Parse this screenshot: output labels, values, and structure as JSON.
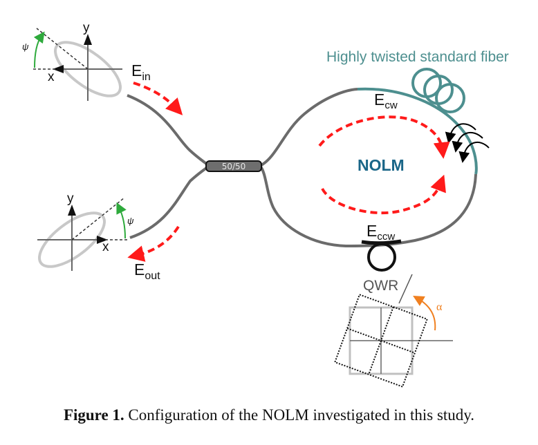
{
  "figure": {
    "coupler_label": "50/50",
    "loop_label": "NOLM",
    "fiber_label": "Highly twisted standard fiber",
    "qwr_label": "QWR",
    "alpha_symbol": "α",
    "psi_symbol": "ψ",
    "fields": {
      "input": {
        "main": "E",
        "sub": "in"
      },
      "output": {
        "main": "E",
        "sub": "out"
      },
      "clockwise": {
        "main": "E",
        "sub": "cw"
      },
      "counterclockwise": {
        "main": "E",
        "sub": "ccw"
      }
    },
    "input_axes": {
      "x": "x",
      "y": "y"
    },
    "output_axes": {
      "x": "x",
      "y": "y"
    },
    "colors": {
      "fiber": "#6b6b6b",
      "twisted_fiber": "#4d8f8f",
      "arrow_red": "#ff1a1a",
      "nolm_text": "#1a6688",
      "psi_green": "#2eaa3c",
      "alpha_orange": "#f08020",
      "ellipse_gray": "#c8c8c8"
    }
  },
  "caption": {
    "label": "Figure 1.",
    "text": " Configuration of the NOLM investigated in this study."
  }
}
